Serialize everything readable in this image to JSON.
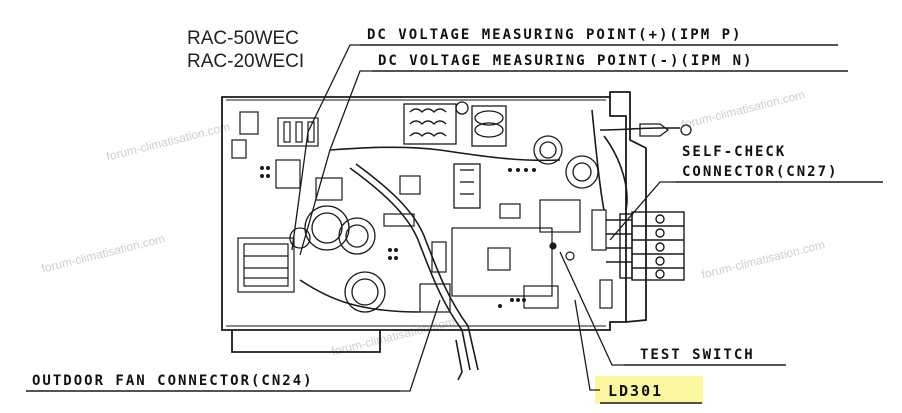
{
  "models": [
    "RAC-50WEC",
    "RAC-20WECI"
  ],
  "labels": {
    "dc_plus": "DC VOLTAGE MEASURING POINT(+)(IPM P)",
    "dc_minus": "DC VOLTAGE MEASURING POINT(-)(IPM N)",
    "self_check_1": "SELF-CHECK",
    "self_check_2": "CONNECTOR(CN27)",
    "test_switch": "TEST SWITCH",
    "ld301": "LD301",
    "fan_connector": "OUTDOOR FAN CONNECTOR(CN24)"
  },
  "watermark": "forum-climatisation.com",
  "colors": {
    "line": "#1a1a1a",
    "highlight": "#fbf7a0",
    "watermark": "#cfcfcf"
  }
}
